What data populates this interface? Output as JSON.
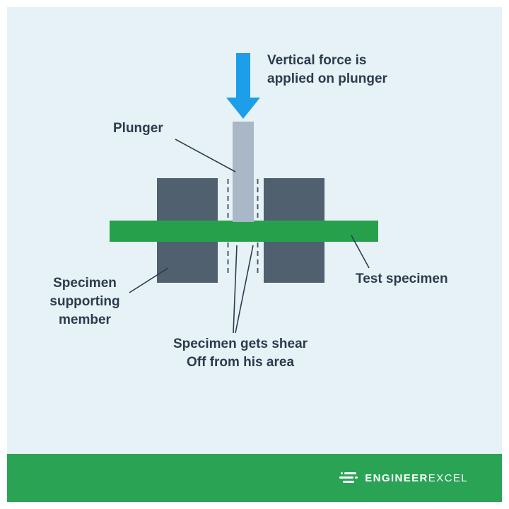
{
  "diagram": {
    "force_label": "Vertical force is\napplied on plunger",
    "plunger_label": "Plunger",
    "support_label": "Specimen\nsupporting\nmember",
    "test_specimen_label": "Test specimen",
    "shear_label": "Specimen gets shear\nOff from his area"
  },
  "footer": {
    "brand_bold": "ENGINEER",
    "brand_light": "EXCEL"
  },
  "icons": {
    "force_arrow": "down-arrow-icon",
    "brand_logo": "engineerexcel-lines-logo"
  },
  "colors": {
    "background": "#e7f2f6",
    "text": "#2c3b4e",
    "force_arrow": "#1d9ee9",
    "plunger": "#a9b7c6",
    "support_block": "#50606f",
    "test_specimen": "#27a04c",
    "footer_bar": "#2aa355",
    "brand_text": "#ffffff"
  }
}
